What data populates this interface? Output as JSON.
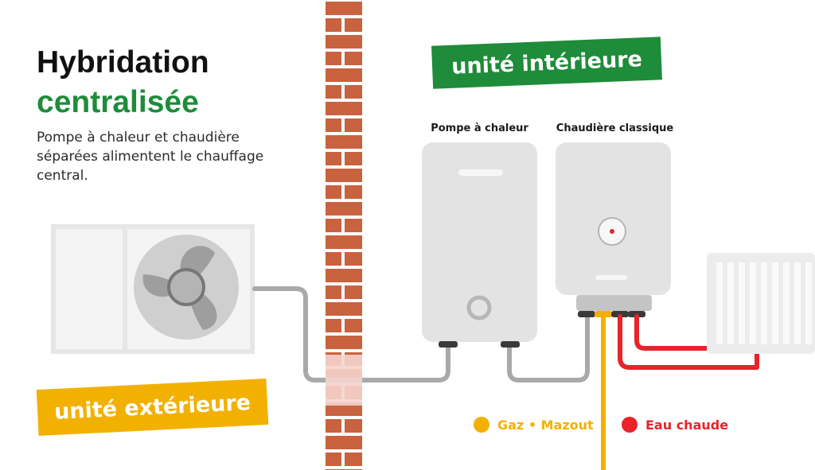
{
  "title": {
    "line1": "Hybridation",
    "line2": "centralisée"
  },
  "description": "Pompe à chaleur et chaudière séparées alimentent le chauffage central.",
  "labels": {
    "indoor": "unité intérieure",
    "outdoor": "unité extérieure",
    "heat_pump": "Pompe à chaleur",
    "boiler": "Chaudière classique"
  },
  "legend": [
    {
      "label": "Gaz • Mazout",
      "color": "#f2b100"
    },
    {
      "label": "Eau chaude",
      "color": "#e8232a"
    }
  ],
  "colors": {
    "green": "#1e8c3a",
    "yellow": "#f2b100",
    "red": "#e8232a",
    "brick": "#c8623f",
    "pipe": "#a9a9a9",
    "unit": "#e3e3e3"
  }
}
